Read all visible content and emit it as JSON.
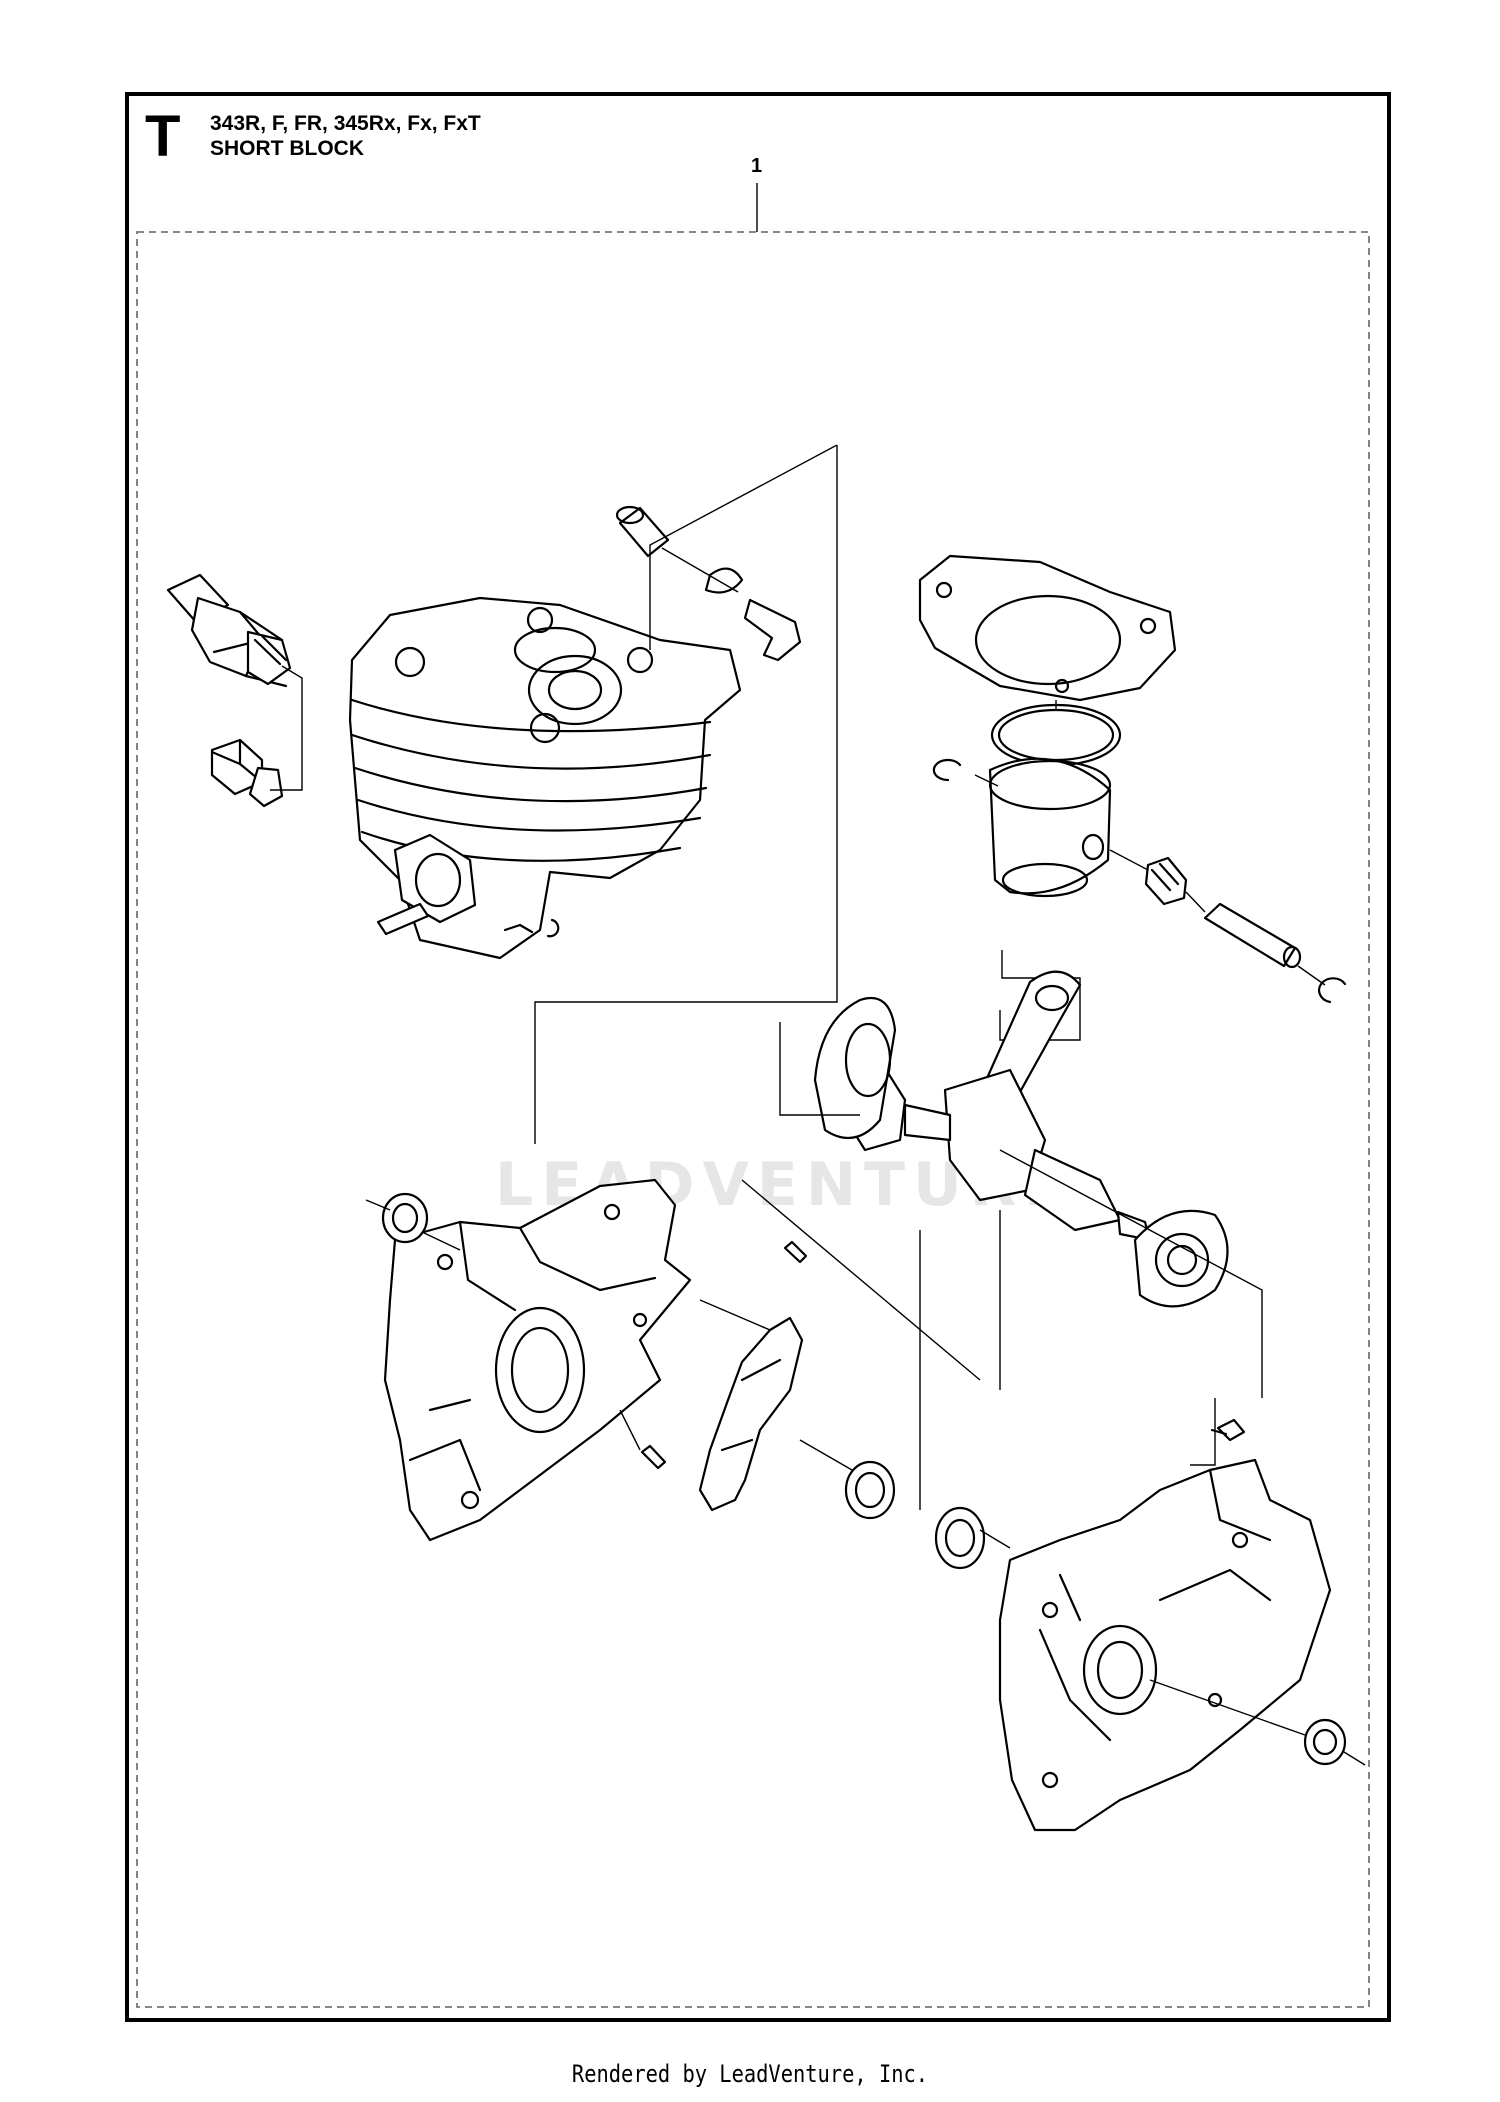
{
  "header": {
    "section_letter": "T",
    "models": "343R, F, FR, 345Rx, Fx, FxT",
    "title": "SHORT BLOCK"
  },
  "callouts": [
    {
      "label": "1"
    }
  ],
  "watermark": "LEADVENTURE",
  "footer": "Rendered by LeadVenture, Inc."
}
